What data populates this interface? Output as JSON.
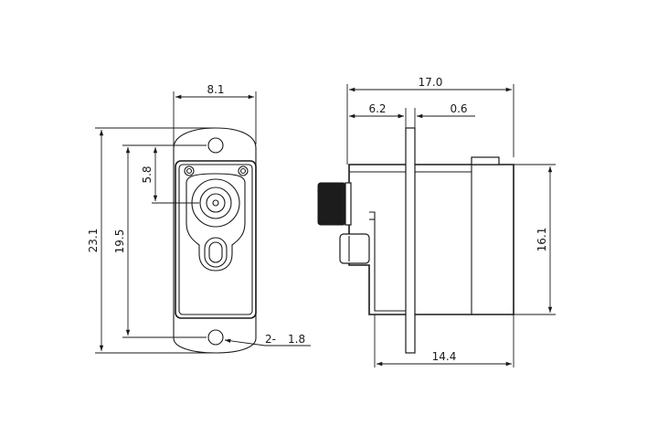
{
  "front_view": {
    "width": "8.1",
    "height_total": "23.1",
    "hole_spacing": "19.5",
    "top_offset": "5.8",
    "hole_count": "2-",
    "hole_diameter": "1.8"
  },
  "side_view": {
    "length_total": "17.0",
    "flange_offset": "6.2",
    "flange_thickness": "0.6",
    "height": "16.1",
    "body_length": "14.4"
  }
}
